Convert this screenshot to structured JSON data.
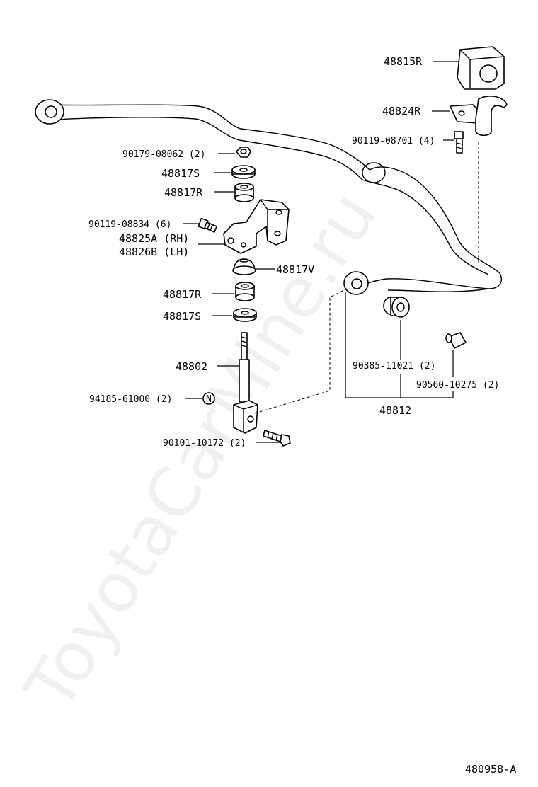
{
  "watermark": "ToyotaCarMine.ru",
  "diagram_id": "480958-A",
  "labels": {
    "p48815R": "48815R",
    "p48824R": "48824R",
    "p90119_08701": "90119-08701 (4)",
    "p90179_08062": "90179-08062 (2)",
    "p48817S_top": "48817S",
    "p48817R_top": "48817R",
    "p90119_08834": "90119-08834 (6)",
    "p48825A": "48825A (RH)",
    "p48826B": "48826B (LH)",
    "p48817V": "48817V",
    "p48817R_bot": "48817R",
    "p48817S_bot": "48817S",
    "p48802": "48802",
    "p94185_61000": "94185-61000 (2)",
    "nut_symbol": "N",
    "p90101_10172": "90101-10172 (2)",
    "p90385_11021": "90385-11021 (2)",
    "p90560_10275": "90560-10275 (2)",
    "p48812": "48812"
  }
}
